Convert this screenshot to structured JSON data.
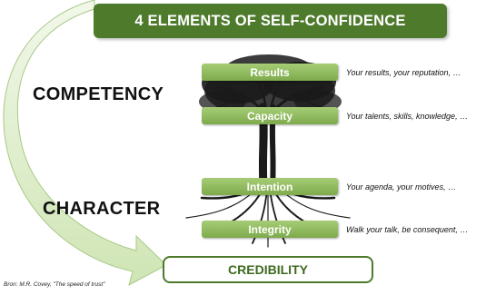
{
  "title": "4 ELEMENTS OF SELF-CONFIDENCE",
  "groups": {
    "competency": "COMPETENCY",
    "character": "CHARACTER"
  },
  "elements": [
    {
      "label": "Results",
      "description": "Your results, your reputation, …"
    },
    {
      "label": "Capacity",
      "description": "Your talents, skills, knowledge, …"
    },
    {
      "label": "Intention",
      "description": "Your agenda, your motives, …"
    },
    {
      "label": "Integrity",
      "description": "Walk your talk, be consequent, …"
    }
  ],
  "outcome": "CREDIBILITY",
  "source": "Bron: M.R. Covey, \"The speed of trust\"",
  "colors": {
    "banner": "#4e7a2c",
    "pill": "#8fbb5c",
    "arrow": "#d4e8bd",
    "tree": "#1a1a1a"
  }
}
